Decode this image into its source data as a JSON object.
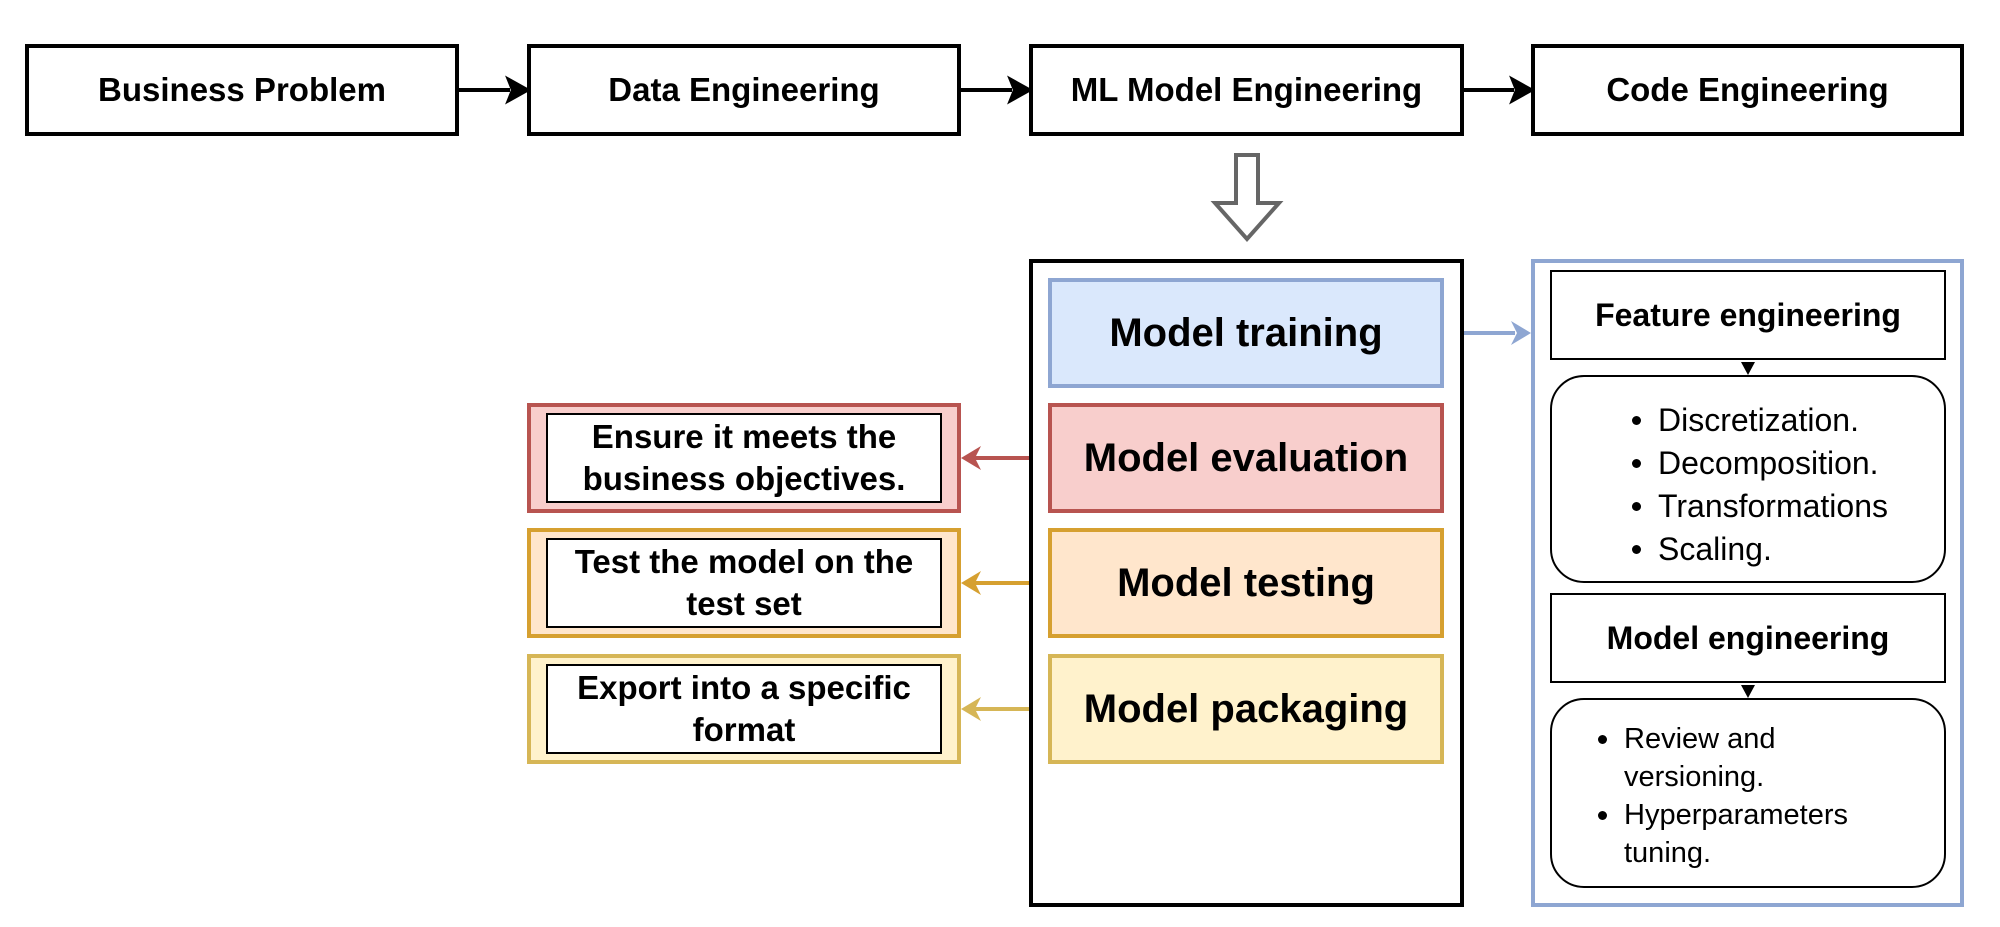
{
  "pipeline": [
    {
      "label": "Business Problem"
    },
    {
      "label": "Data Engineering"
    },
    {
      "label": "ML Model Engineering"
    },
    {
      "label": "Code Engineering"
    }
  ],
  "stages": [
    {
      "label": "Model training",
      "fill": "#dae8fc",
      "stroke": "#8ea6d2"
    },
    {
      "label": "Model evaluation",
      "fill": "#f8cecc",
      "stroke": "#b85450",
      "note": "Ensure it meets the business objectives."
    },
    {
      "label": "Model testing",
      "fill": "#ffe6cc",
      "stroke": "#d6a030",
      "note": "Test the model on the test set"
    },
    {
      "label": "Model packaging",
      "fill": "#fff2cc",
      "stroke": "#d6b656",
      "note": "Export into a specific format"
    }
  ],
  "feature_engineering": {
    "title": "Feature engineering",
    "items": [
      "Discretization.",
      "Decomposition.",
      "Transformations",
      "Scaling."
    ]
  },
  "model_engineering": {
    "title": "Model engineering",
    "items": [
      "Review and versioning.",
      "Hyperparameters tuning."
    ]
  },
  "colors": {
    "line": "#000000",
    "training_arrow": "#8ea6d2",
    "evaluation_arrow": "#b85450",
    "testing_arrow": "#d6a030",
    "packaging_arrow": "#d6b656",
    "expand_arrow": "#666666"
  }
}
